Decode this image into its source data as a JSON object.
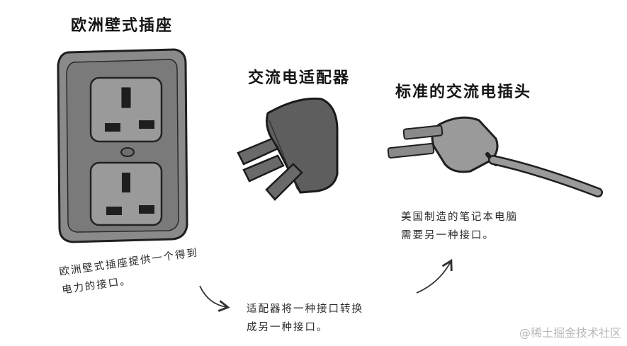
{
  "labels": {
    "eu_socket": "欧洲壁式插座",
    "adapter": "交流电适配器",
    "us_plug": "标准的交流电插头"
  },
  "notes": {
    "socket": [
      "欧洲壁式插座提供一个得到",
      "电力的接口。"
    ],
    "us_device": [
      "美国制造的笔记本电脑",
      "需要另一种接口。"
    ],
    "adapter": [
      "适配器将一种接口转换",
      "成另一种接口。"
    ]
  },
  "watermark": "@稀土掘金技术社区",
  "icons": [
    "eu-wall-socket-icon",
    "ac-adapter-icon",
    "us-plug-icon",
    "curved-arrow-icon"
  ]
}
